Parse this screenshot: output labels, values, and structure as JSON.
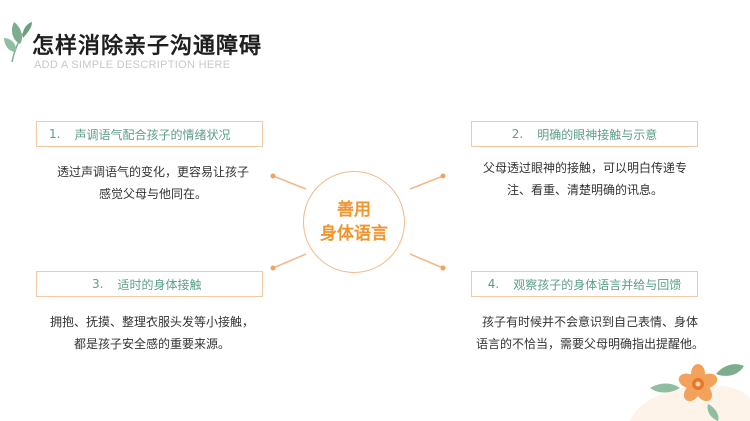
{
  "header": {
    "title": "怎样消除亲子沟通障碍",
    "subtitle": "ADD A SIMPLE DESCRIPTION HERE"
  },
  "center": {
    "line1": "善用",
    "line2": "身体语言"
  },
  "points": [
    {
      "number": "1.",
      "label": "声调语气配合孩子的情绪状况",
      "desc": [
        "透过声调语气的变化，更容易让孩子",
        "感觉父母与他同在。"
      ]
    },
    {
      "number": "2.",
      "label": "明确的眼神接触与示意",
      "desc": [
        "父母透过眼神的接触，可以明白传递专",
        "注、看重、清楚明确的讯息。"
      ]
    },
    {
      "number": "3.",
      "label": "适时的身体接触",
      "desc": [
        "拥抱、抚摸、整理衣服头发等小接触，",
        "都是孩子安全感的重要来源。"
      ]
    },
    {
      "number": "4.",
      "label": "观察孩子的身体语言并给与回馈",
      "desc": [
        "孩子有时候并不会意识到自己表情、身体",
        "语言的不恰当，需要父母明确指出提醒他。"
      ]
    }
  ],
  "colors": {
    "accent": "#f0952e",
    "label_text": "#5b9e8a",
    "box_border": "#f2c9a2",
    "leaf": "#7cae8e"
  },
  "icons": {
    "title_decoration": "leaf-icon",
    "corner_decoration": "flower-icon"
  }
}
